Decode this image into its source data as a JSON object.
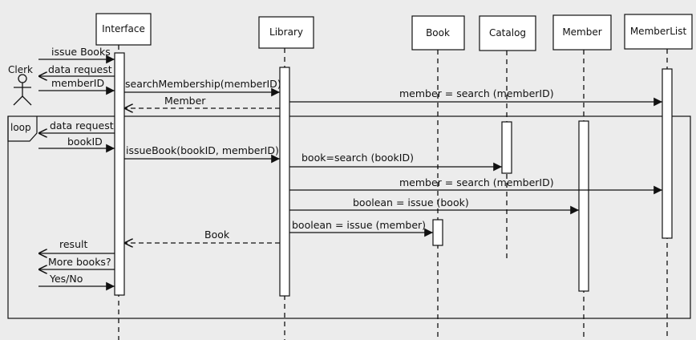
{
  "participants": {
    "interface": "Interface",
    "library": "Library",
    "book": "Book",
    "catalog": "Catalog",
    "member": "Member",
    "memberlist": "MemberList"
  },
  "actor": {
    "name": "Clerk"
  },
  "frame": {
    "label": "loop"
  },
  "messages": {
    "issue_books": "issue Books",
    "data_request_1": "data request",
    "member_id": "memberID",
    "search_membership": "searchMembership(memberID)",
    "member_search_1": "member = search (memberID)",
    "member_return": "Member",
    "data_request_2": "data request",
    "book_id": "bookID",
    "issue_book": "issueBook(bookID, memberID)",
    "book_search": "book=search (bookID)",
    "member_search_2": "member = search (memberID)",
    "boolean_issue_book": "boolean = issue (book)",
    "boolean_issue_member": "boolean = issue (member)",
    "book_return": "Book",
    "result": "result",
    "more_books": "More books?",
    "yes_no": "Yes/No"
  }
}
